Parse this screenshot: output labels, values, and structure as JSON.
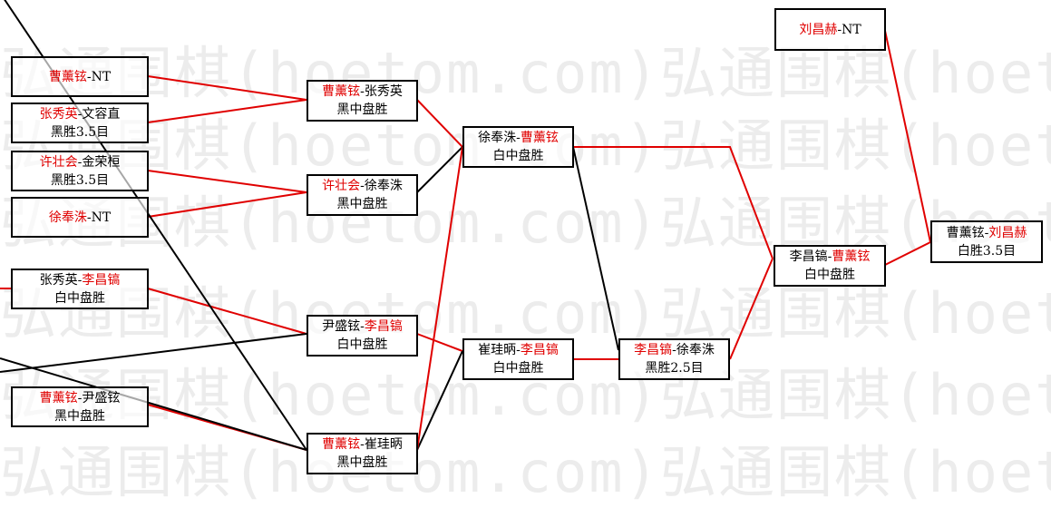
{
  "watermark": "弘通围棋(hoetom.com)",
  "colors": {
    "winner": "#e00000",
    "line": "#000000",
    "win_line": "#e00000"
  },
  "matches": {
    "m1": {
      "p1": "曹薰铉",
      "p2": "NT",
      "p1_win": true,
      "p2_win": false,
      "result": ""
    },
    "m2": {
      "p1": "张秀英",
      "p2": "文容直",
      "p1_win": true,
      "p2_win": false,
      "result": "黑胜3.5目"
    },
    "m3": {
      "p1": "许壮会",
      "p2": "金荣桓",
      "p1_win": true,
      "p2_win": false,
      "result": "黑胜3.5目"
    },
    "m4": {
      "p1": "徐奉洙",
      "p2": "NT",
      "p1_win": true,
      "p2_win": false,
      "result": ""
    },
    "m5": {
      "p1": "张秀英",
      "p2": "李昌镐",
      "p1_win": false,
      "p2_win": true,
      "result": "白中盘胜"
    },
    "m6": {
      "p1": "曹薰铉",
      "p2": "尹盛铉",
      "p1_win": true,
      "p2_win": false,
      "result": "黑中盘胜"
    },
    "m7": {
      "p1": "曹薰铉",
      "p2": "张秀英",
      "p1_win": true,
      "p2_win": false,
      "result": "黑中盘胜"
    },
    "m8": {
      "p1": "许壮会",
      "p2": "徐奉洙",
      "p1_win": true,
      "p2_win": false,
      "result": "黑中盘胜"
    },
    "m9": {
      "p1": "尹盛铉",
      "p2": "李昌镐",
      "p1_win": false,
      "p2_win": true,
      "result": "白中盘胜"
    },
    "m10": {
      "p1": "曹薰铉",
      "p2": "崔珪昞",
      "p1_win": true,
      "p2_win": false,
      "result": "黑中盘胜"
    },
    "m11": {
      "p1": "徐奉洙",
      "p2": "曹薰铉",
      "p1_win": false,
      "p2_win": true,
      "result": "白中盘胜"
    },
    "m12": {
      "p1": "崔珪昞",
      "p2": "李昌镐",
      "p1_win": false,
      "p2_win": true,
      "result": "白中盘胜"
    },
    "m13": {
      "p1": "李昌镐",
      "p2": "徐奉洙",
      "p1_win": true,
      "p2_win": false,
      "result": "黑胜2.5目"
    },
    "m14": {
      "p1": "李昌镐",
      "p2": "曹薰铉",
      "p1_win": false,
      "p2_win": true,
      "result": "白中盘胜"
    },
    "m15": {
      "p1": "刘昌赫",
      "p2": "NT",
      "p1_win": true,
      "p2_win": false,
      "result": ""
    },
    "m16": {
      "p1": "曹薰铉",
      "p2": "刘昌赫",
      "p1_win": false,
      "p2_win": true,
      "result": "白胜3.5目"
    }
  }
}
